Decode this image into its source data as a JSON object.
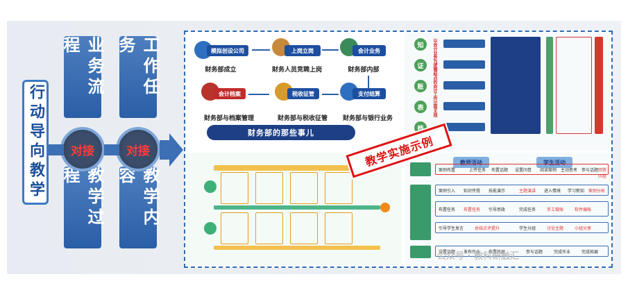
{
  "left": {
    "box": "行动导向教学",
    "col1_top": "业务流程",
    "col1_bottom": "教学过程",
    "col2_top": "工作任务",
    "col2_bottom": "教学内容",
    "connect1": "对接",
    "connect2": "对接"
  },
  "flow": {
    "nodes": [
      {
        "tag": "模拟创设公司",
        "caption": "财务部成立"
      },
      {
        "tag": "上岗立岗",
        "caption": "财务人员竞聘上岗"
      },
      {
        "tag": "会计业务",
        "caption": "财务部内部"
      },
      {
        "tag": "会计档案",
        "caption": "财务部与档案管理"
      },
      {
        "tag": "税收征管",
        "caption": "财务部与税收征管"
      },
      {
        "tag": "支付结算",
        "caption": "财务部与银行业务"
      }
    ],
    "banner": "财务部的那些事儿"
  },
  "stamp": "教学实施示例",
  "right_top": {
    "steps": [
      "知",
      "证",
      "账",
      "表",
      "档"
    ],
    "side_text": "以会计业务为逻辑起点的会计工作过程主线"
  },
  "right_bottom": {
    "teacher": "教师活动",
    "student": "学生活动",
    "rows": [
      [
        "案例布置",
        "上传任务",
        "布置话题",
        "设置问卷",
        "阅读案例",
        "主动思考",
        "参与话题",
        "回答问卷"
      ],
      [
        "案例引入",
        "知识传授",
        "技能演示",
        "主题演讲",
        "进入情境",
        "学习新知",
        "案例分析"
      ],
      [
        "布置任务",
        "布置任务",
        "引导思政",
        "完成任务",
        "手工做账",
        "软件编账"
      ],
      [
        "引导学生发言",
        "总结点评提升",
        "学生分组",
        "讨论主题",
        "小组分享"
      ]
    ],
    "bottom": [
      "设置话题",
      "发布作业",
      "布置拓展",
      "参与话题",
      "完成作业",
      "完成拓展"
    ]
  },
  "watermark": "公众号 · 教科研触汇"
}
